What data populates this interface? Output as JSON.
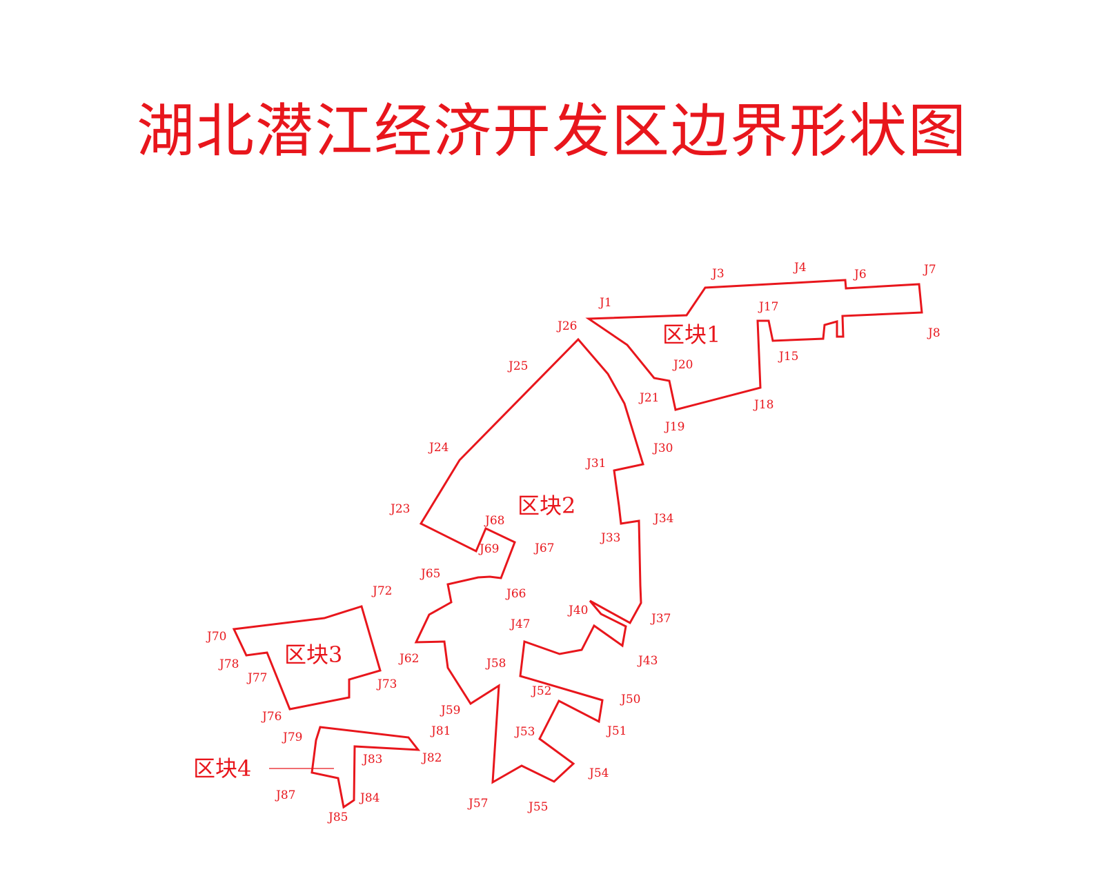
{
  "title": "湖北潜江经济开发区边界形状图",
  "colors": {
    "boundary": "#e8161c",
    "background": "#ffffff"
  },
  "blocks": [
    {
      "id": "block1",
      "label": "区块1"
    },
    {
      "id": "block2",
      "label": "区块2"
    },
    {
      "id": "block3",
      "label": "区块3"
    },
    {
      "id": "block4",
      "label": "区块4"
    }
  ],
  "point_labels": [
    "J1",
    "J3",
    "J4",
    "J6",
    "J7",
    "J8",
    "J17",
    "J15",
    "J20",
    "J21",
    "J18",
    "J19",
    "J26",
    "J25",
    "J24",
    "J23",
    "J30",
    "J31",
    "J34",
    "J33",
    "J68",
    "J69",
    "J67",
    "J65",
    "J66",
    "J40",
    "J37",
    "J47",
    "J43",
    "J62",
    "J58",
    "J52",
    "J50",
    "J59",
    "J53",
    "J51",
    "J54",
    "J57",
    "J55",
    "J72",
    "J70",
    "J78",
    "J77",
    "J73",
    "J76",
    "J79",
    "J81",
    "J83",
    "J82",
    "J87",
    "J84",
    "J85"
  ]
}
